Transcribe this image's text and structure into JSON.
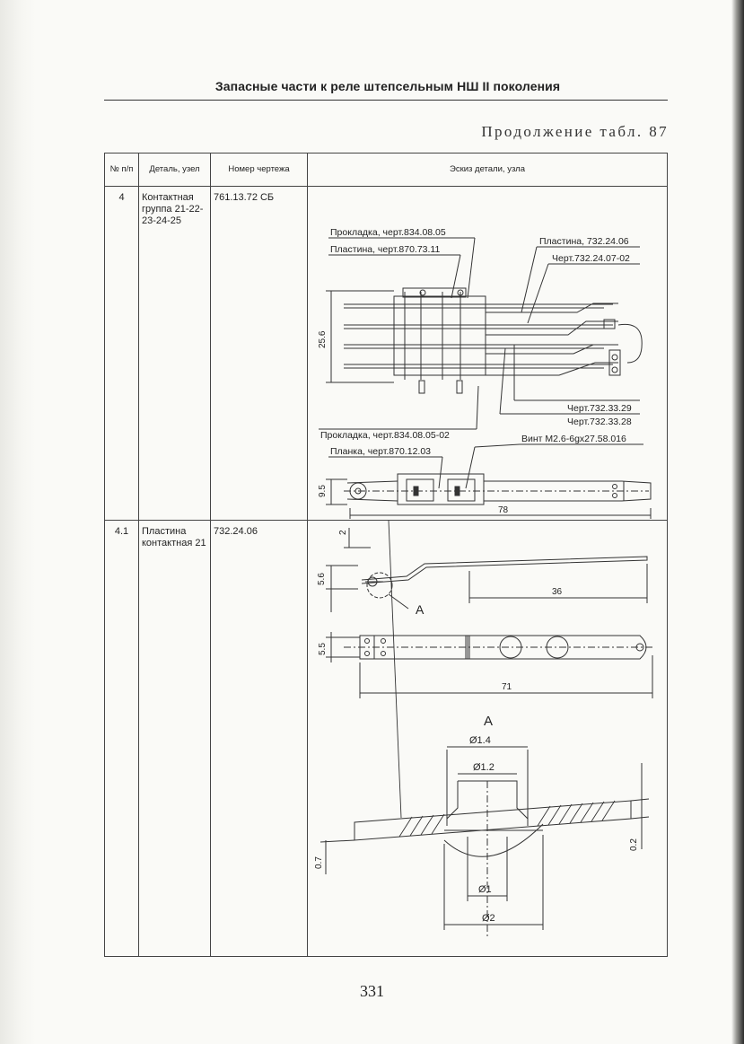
{
  "header": {
    "title": "Запасные части к реле штепсельным НШ II поколения",
    "continuation": "Продолжение табл. 87"
  },
  "table": {
    "columns": [
      "№ п/п",
      "Деталь, узел",
      "Номер чертежа",
      "Эскиз детали, узла"
    ],
    "rows": [
      {
        "num": "4",
        "part": "Контактная группа 21-22-23-24-25",
        "drawing": "761.13.72 СБ",
        "sketch": {
          "labels": {
            "l1": "Прокладка, черт.834.08.05",
            "l2": "Пластина, черт.870.73.11",
            "l3": "Пластина, 732.24.06",
            "l4": "Черт.732.24.07-02",
            "l5": "Черт.732.33.29",
            "l6": "Черт.732.33.28",
            "l7": "Прокладка, черт.834.08.05-02",
            "l8": "Винт М2.6-6gx27.58.016",
            "l9": "Планка, черт.870.12.03"
          },
          "dims": {
            "d1": "25.6",
            "d2": "9.5",
            "d3": "78"
          }
        }
      },
      {
        "num": "4.1",
        "part": "Пластина контактная 21",
        "drawing": "732.24.06",
        "sketch": {
          "dims": {
            "d1": "2",
            "d2": "5.6",
            "d3": "36",
            "d4": "5.5",
            "d5": "71",
            "view": "A",
            "view_title": "A",
            "d6": "Ø1.4",
            "d7": "Ø1.2",
            "d8": "0.7",
            "d9": "0.2",
            "d10": "Ø1",
            "d11": "Ø2"
          }
        }
      }
    ]
  },
  "page_number": "331"
}
